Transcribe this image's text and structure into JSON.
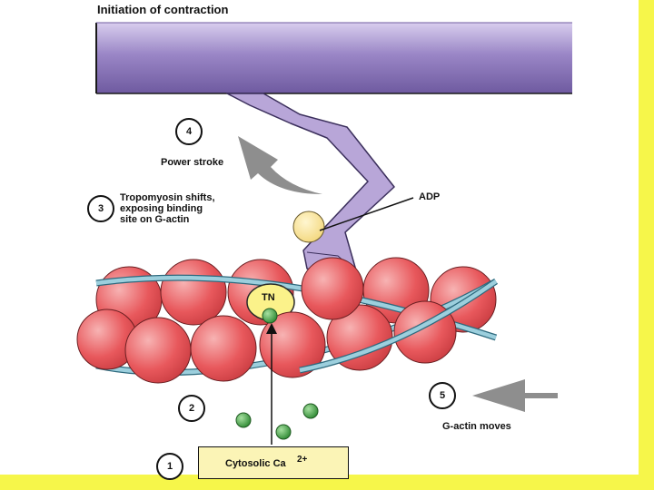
{
  "title": "Initiation of contraction",
  "labels": {
    "power_stroke": "Power stroke",
    "tropomyosin_line1": "Tropomyosin shifts,",
    "tropomyosin_line2": "exposing binding",
    "tropomyosin_line3": "site on G-actin",
    "adp": "ADP",
    "tn": "TN",
    "gactin_moves": "G-actin moves",
    "cytosolic": "Cytosolic Ca",
    "cytosolic_sup": "2+"
  },
  "steps": [
    "1",
    "2",
    "3",
    "4",
    "5"
  ],
  "colors": {
    "frame": "#f6f64a",
    "myosin": "#b8a6d8",
    "actin": "#e85a5e",
    "tropomyosin": "#7fb6c9",
    "troponin": "#fbf28a",
    "calcium": "#3f9e3f",
    "adp": "#fbe6a0",
    "ca_box": "#fbf4b6"
  },
  "icons": [
    "up-arrow-icon",
    "power-stroke-arrow-icon",
    "gactin-arrow-icon"
  ]
}
